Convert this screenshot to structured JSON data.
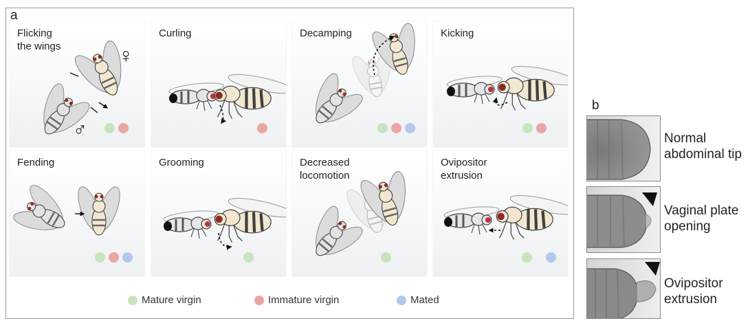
{
  "panel_a": {
    "letter": "a",
    "cards": [
      {
        "title": "Flicking\nthe wings",
        "female_symbol": "♀",
        "male_symbol": "♂",
        "dots": [
          "mature",
          "immature"
        ]
      },
      {
        "title": "Curling",
        "dots": [
          "immature"
        ]
      },
      {
        "title": "Decamping",
        "dots": [
          "mature",
          "immature",
          "mated"
        ]
      },
      {
        "title": "Kicking",
        "dots": [
          "mature",
          "immature"
        ]
      },
      {
        "title": "Fending",
        "dots": [
          "mature",
          "immature",
          "mated"
        ]
      },
      {
        "title": "Grooming",
        "dots": [
          "mature"
        ]
      },
      {
        "title": "Decreased\nlocomotion",
        "dots": [
          "mature"
        ]
      },
      {
        "title": "Ovipositor\nextrusion",
        "dots": [
          "mature",
          "mated"
        ]
      }
    ],
    "legend": [
      {
        "key": "mature",
        "label": "Mature virgin",
        "color": "#c8e3bd"
      },
      {
        "key": "immature",
        "label": "Immature virgin",
        "color": "#e9a6a2"
      },
      {
        "key": "mated",
        "label": "Mated",
        "color": "#b4c7ec"
      }
    ]
  },
  "panel_b": {
    "letter": "b",
    "images": [
      {
        "label": "Normal\nabdominal tip",
        "arrowhead": false
      },
      {
        "label": "Vaginal plate\nopening",
        "arrowhead": true
      },
      {
        "label": "Ovipositor\nextrusion",
        "arrowhead": true
      }
    ]
  },
  "colors": {
    "mature": "#c8e3bd",
    "immature": "#e9a6a2",
    "mated": "#b4c7ec",
    "fly_body": "#f2e8d2",
    "fly_eye": "#8e2a22",
    "male_gray": "#e6e6e6"
  }
}
